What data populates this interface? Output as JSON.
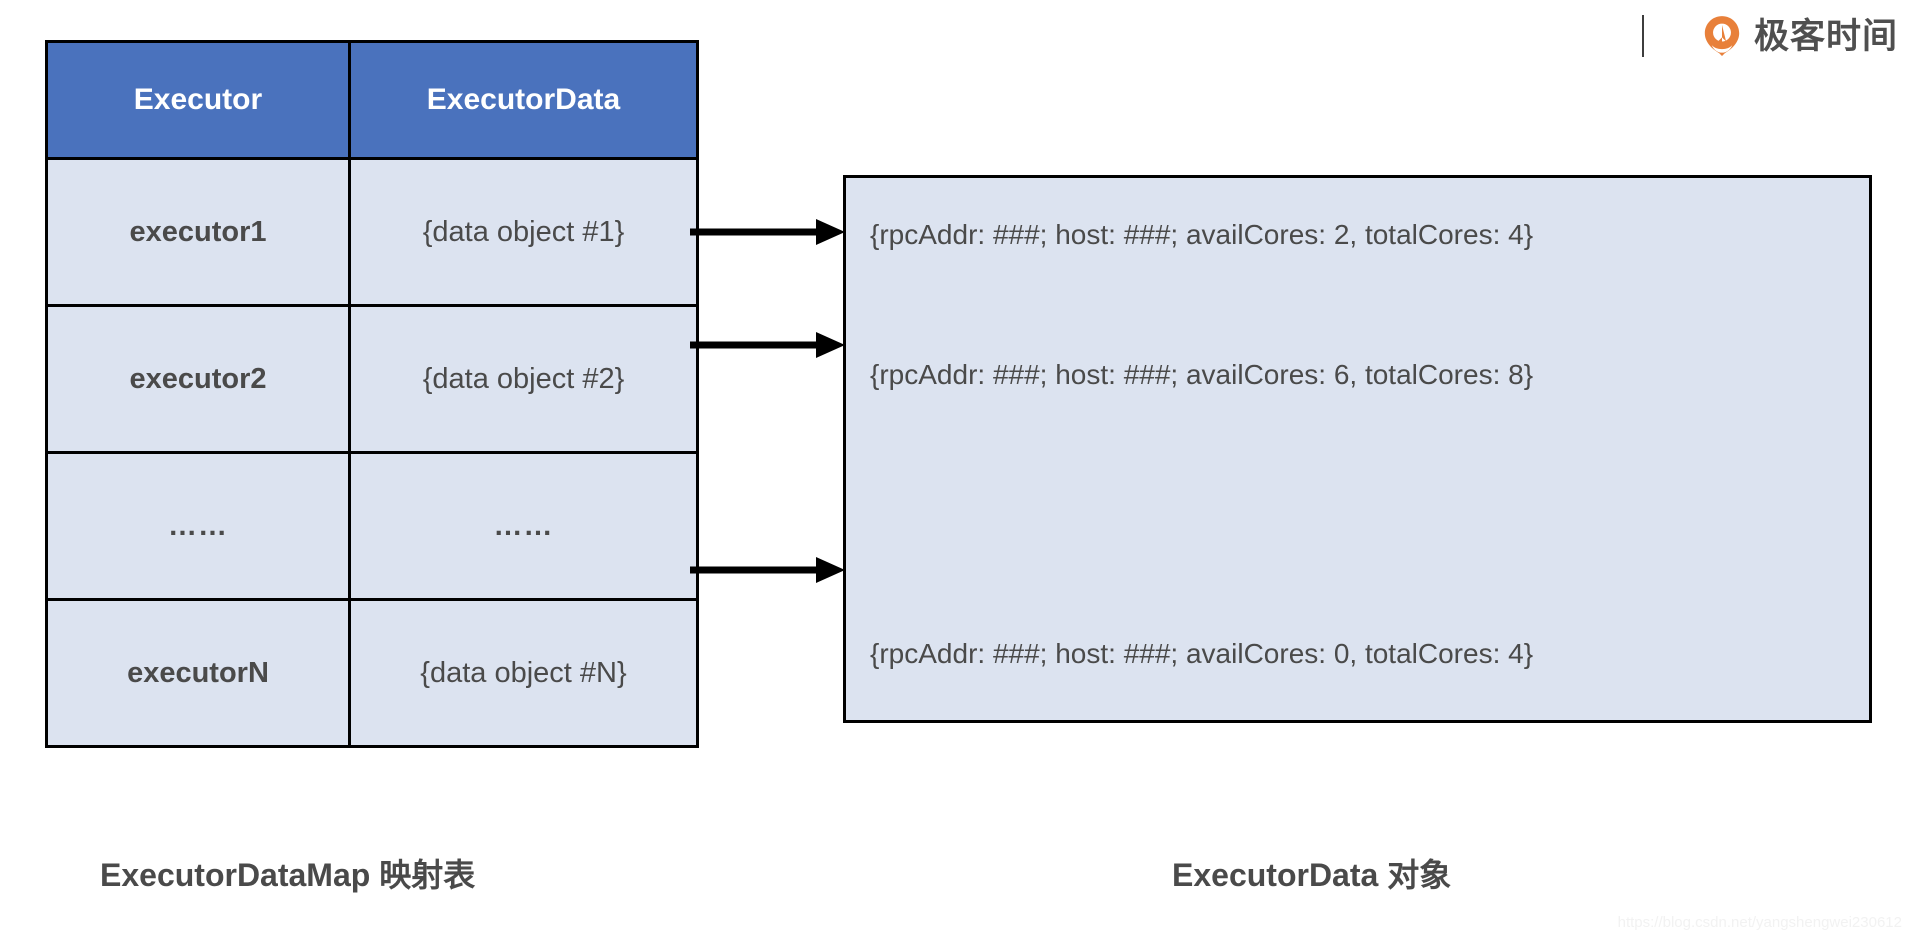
{
  "brand": {
    "name": "极客时间",
    "mark_color": "#e8803a",
    "icon": "geektime-logo-icon"
  },
  "table": {
    "headers": [
      "Executor",
      "ExecutorData"
    ],
    "rows": [
      {
        "key": "executor1",
        "value": "{data object #1}"
      },
      {
        "key": "executor2",
        "value": "{data object #2}"
      },
      {
        "key": "……",
        "value": "……"
      },
      {
        "key": "executorN",
        "value": "{data object #N}"
      }
    ],
    "header_bg": "#4a72bd",
    "cell_bg": "#dce3f0",
    "border_color": "#000000"
  },
  "arrows": [
    {
      "name": "arrow-row-1",
      "from_row": "executor1",
      "to_line": 0
    },
    {
      "name": "arrow-row-2",
      "from_row": "executor2",
      "to_line": 1
    },
    {
      "name": "arrow-row-N",
      "from_row": "executorN",
      "to_line": 2
    }
  ],
  "panel": {
    "bg": "#dce3f0",
    "lines": [
      "{rpcAddr: ###; host: ###; availCores: 2, totalCores: 4}",
      "{rpcAddr: ###; host: ###; availCores: 6, totalCores: 8}",
      "{rpcAddr: ###; host: ###; availCores: 0, totalCores: 4}"
    ]
  },
  "captions": {
    "left": "ExecutorDataMap 映射表",
    "right": "ExecutorData 对象"
  },
  "watermark": "https://blog.csdn.net/yangshengwei230612"
}
